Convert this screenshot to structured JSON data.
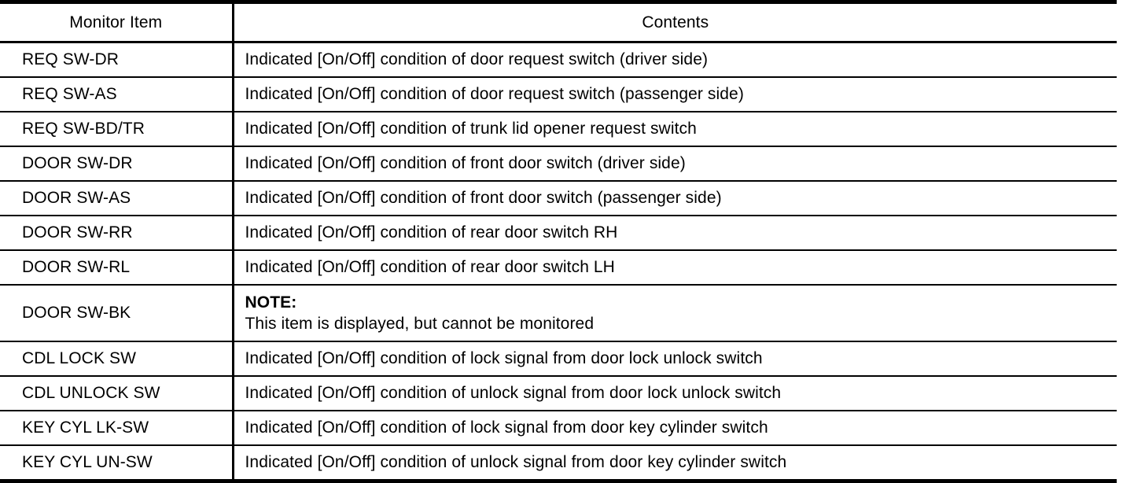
{
  "table": {
    "headers": {
      "monitor_item": "Monitor Item",
      "contents": "Contents"
    },
    "rows": [
      {
        "item": "REQ SW-DR",
        "contents": "Indicated [On/Off] condition of door request switch (driver side)",
        "type": "plain"
      },
      {
        "item": "REQ SW-AS",
        "contents": "Indicated [On/Off] condition of door request switch (passenger side)",
        "type": "plain"
      },
      {
        "item": "REQ SW-BD/TR",
        "contents": "Indicated [On/Off] condition of trunk lid opener request switch",
        "type": "plain"
      },
      {
        "item": "DOOR SW-DR",
        "contents": "Indicated [On/Off] condition of front door switch (driver side)",
        "type": "plain"
      },
      {
        "item": "DOOR SW-AS",
        "contents": "Indicated [On/Off] condition of front door switch (passenger side)",
        "type": "plain"
      },
      {
        "item": "DOOR SW-RR",
        "contents": "Indicated [On/Off] condition of rear door switch RH",
        "type": "plain"
      },
      {
        "item": "DOOR SW-RL",
        "contents": "Indicated [On/Off] condition of rear door switch LH",
        "type": "plain"
      },
      {
        "item": "DOOR SW-BK",
        "note_title": "NOTE:",
        "note_body": "This item is displayed, but cannot be monitored",
        "type": "note"
      },
      {
        "item": "CDL LOCK SW",
        "contents": "Indicated [On/Off] condition of lock signal from door lock unlock switch",
        "type": "plain"
      },
      {
        "item": "CDL UNLOCK SW",
        "contents": "Indicated [On/Off] condition of unlock signal from door lock unlock switch",
        "type": "plain"
      },
      {
        "item": "KEY CYL LK-SW",
        "contents": "Indicated [On/Off] condition of lock signal from door key cylinder switch",
        "type": "plain"
      },
      {
        "item": "KEY CYL UN-SW",
        "contents": "Indicated [On/Off] condition of unlock signal from door key cylinder switch",
        "type": "plain"
      }
    ]
  },
  "style": {
    "border_color": "#000000",
    "text_color": "#000000",
    "background": "#ffffff"
  }
}
